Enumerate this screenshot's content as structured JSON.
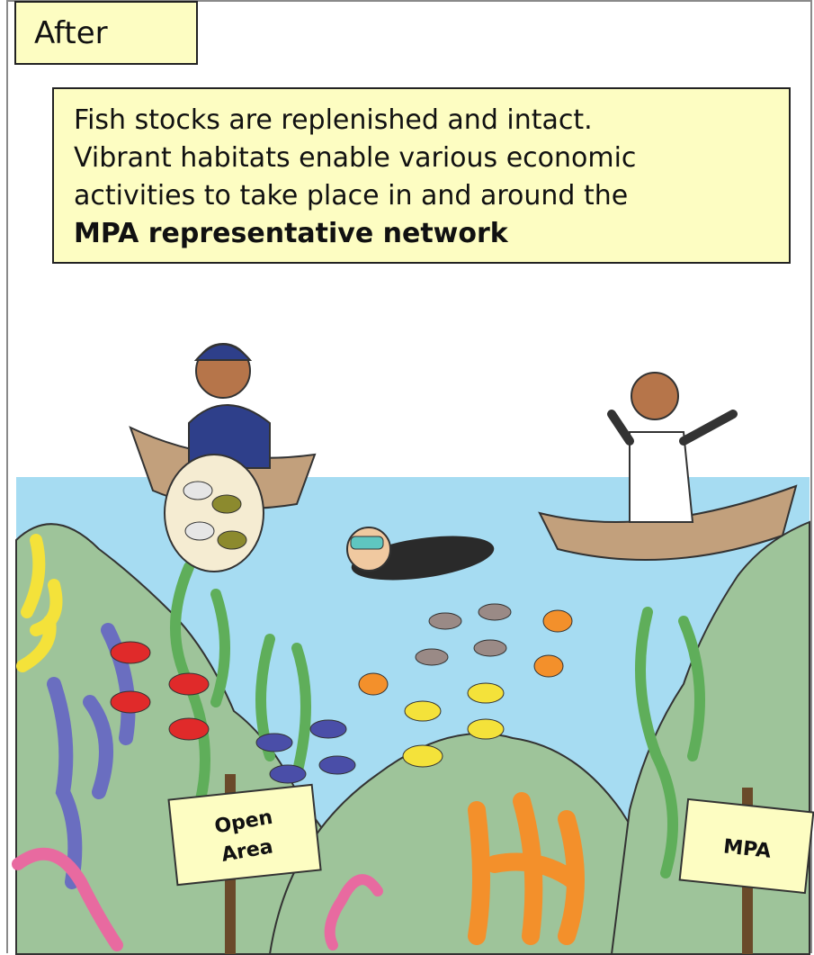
{
  "panel": {
    "tab_label": "After",
    "caption_lines": [
      "Fish stocks are replenished and intact.",
      "Vibrant habitats enable various economic",
      "activities to take place in and around the"
    ],
    "caption_bold": "MPA representative network"
  },
  "signs": {
    "open_area_line1": "Open",
    "open_area_line2": "Area",
    "mpa": "MPA"
  },
  "colors": {
    "water": "#a6dcf2",
    "reef": "#9ec49a",
    "sign": "#fdfdc2",
    "boat": "#c2a07c"
  }
}
